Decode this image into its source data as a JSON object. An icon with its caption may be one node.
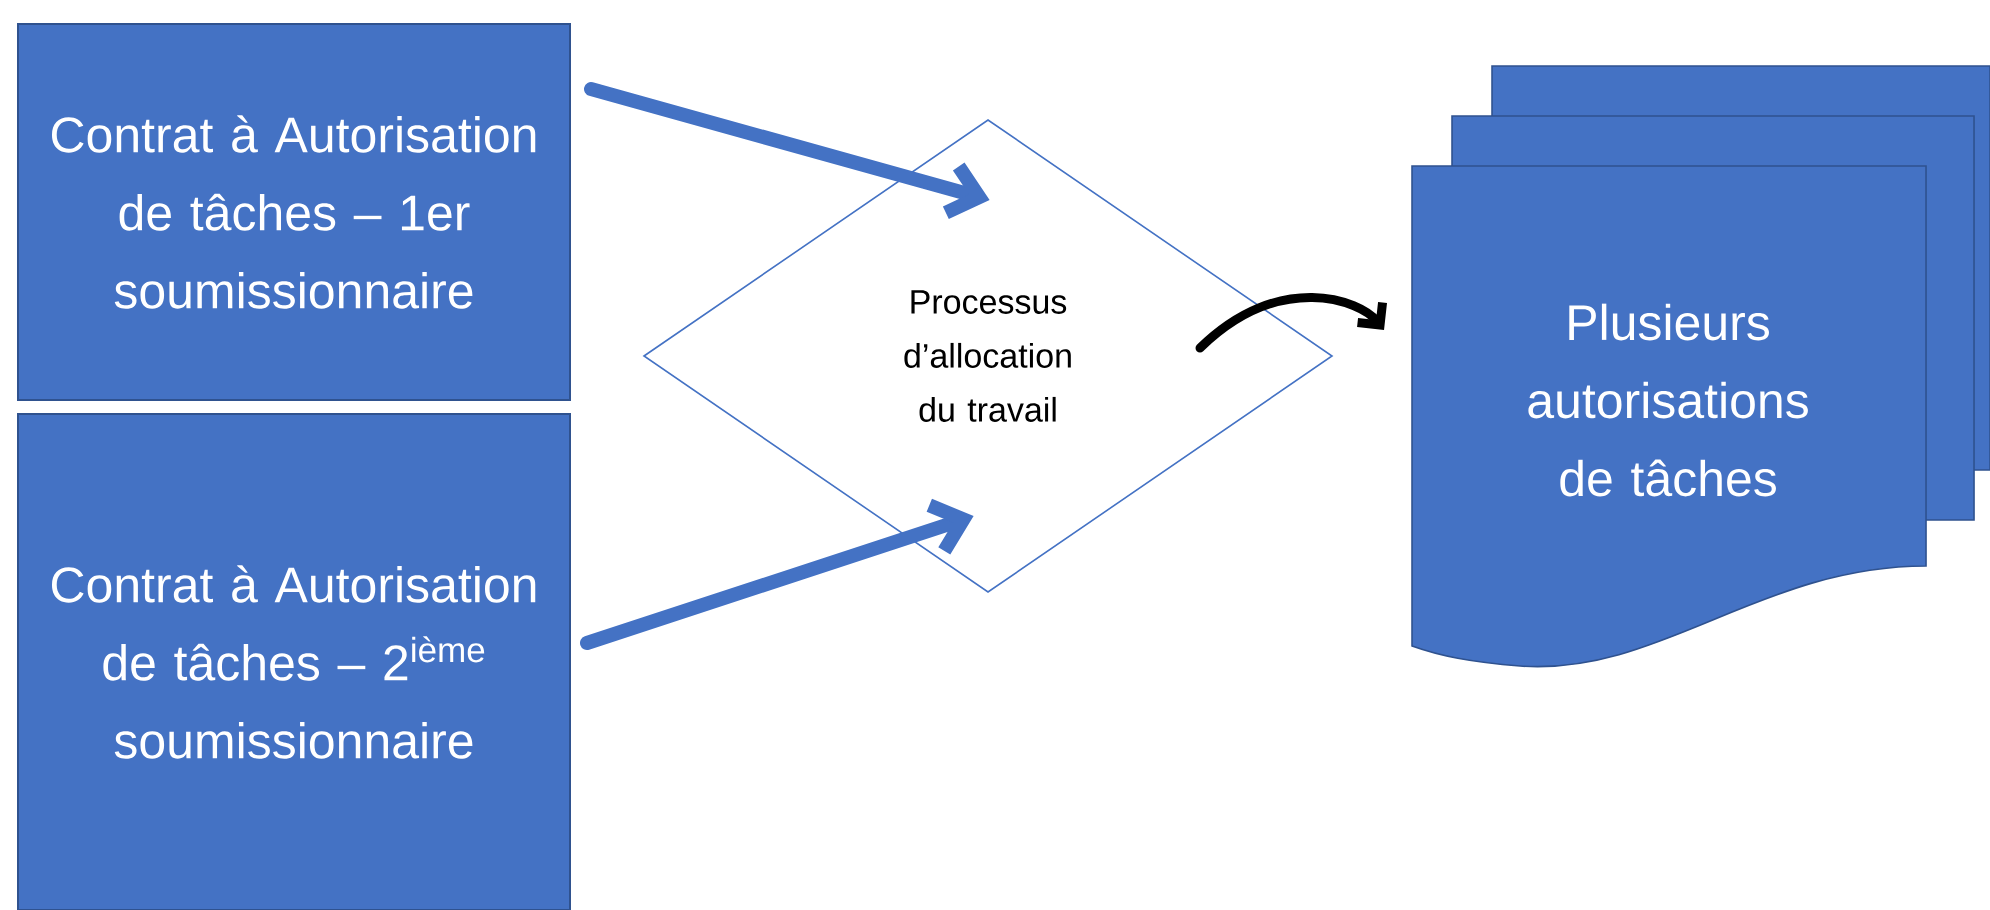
{
  "diagram": {
    "nodes": [
      {
        "text": [
          "Contrat à Autorisation de tâches – 1er soumissionnaire"
        ]
      },
      {
        "text": [
          "Contrat à Autorisation de tâches – 2$^{ième}$ soumissionnaire"
        ]
      },
      {
        "text": [
          "Processus d’allocation du travail"
        ]
      },
      {
        "text": [
          "Plusieurs autorisations de tâches"
        ]
      }
    ],
    "edges": [
      {
        "from": 0,
        "to": 2,
        "arrow": "to"
      },
      {
        "from": 1,
        "to": 2,
        "arrow": "to"
      },
      {
        "from": 2,
        "to": 3,
        "arrow": "to",
        "color": "#000000"
      }
    ]
  }
}
